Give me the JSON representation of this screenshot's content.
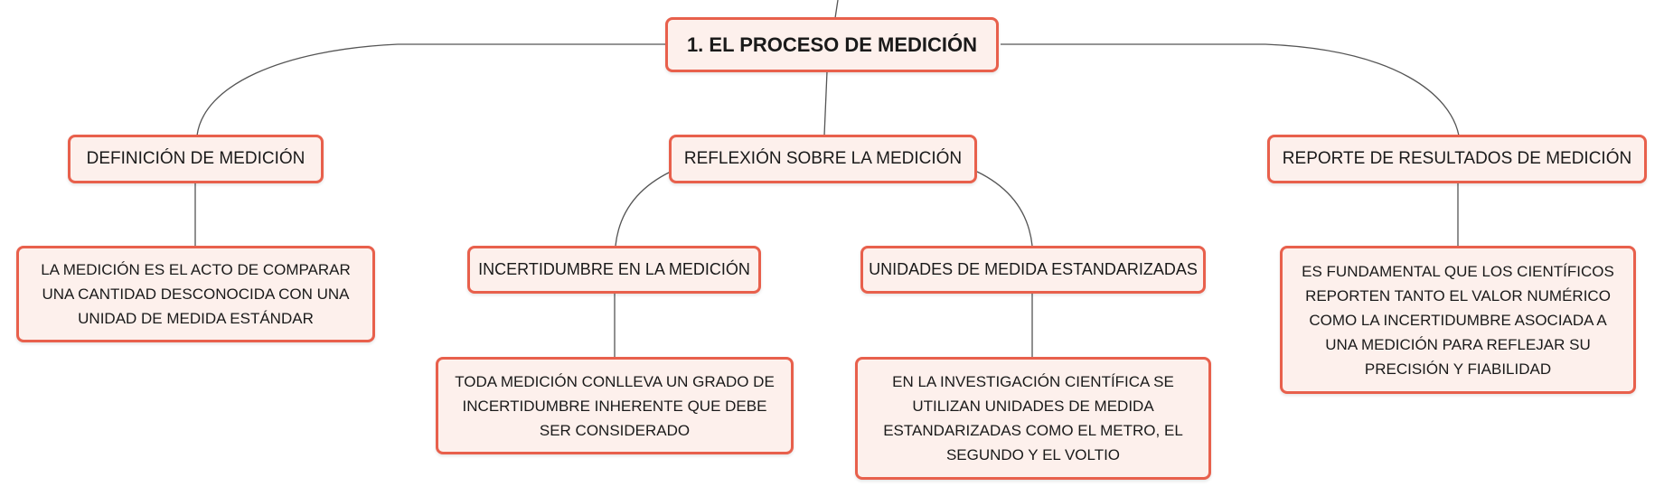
{
  "colors": {
    "node_border": "#e8604c",
    "node_fill": "#fdf0ec",
    "connector": "#555555"
  },
  "root": {
    "label": "1. EL PROCESO DE MEDICIÓN"
  },
  "branches": [
    {
      "label": "DEFINICIÓN DE MEDICIÓN",
      "detail": "LA MEDICIÓN ES EL ACTO DE COMPARAR UNA CANTIDAD DESCONOCIDA CON UNA UNIDAD DE MEDIDA ESTÁNDAR"
    },
    {
      "label": "REFLEXIÓN SOBRE LA MEDICIÓN",
      "children": [
        {
          "label": "INCERTIDUMBRE EN LA MEDICIÓN",
          "detail": "TODA MEDICIÓN CONLLEVA UN GRADO DE INCERTIDUMBRE INHERENTE QUE DEBE SER CONSIDERADO"
        },
        {
          "label": "UNIDADES DE MEDIDA ESTANDARIZADAS",
          "detail": "EN LA INVESTIGACIÓN CIENTÍFICA SE UTILIZAN UNIDADES DE MEDIDA ESTANDARIZADAS COMO EL METRO, EL SEGUNDO Y EL VOLTIO"
        }
      ]
    },
    {
      "label": "REPORTE DE RESULTADOS DE MEDICIÓN",
      "detail": "ES FUNDAMENTAL QUE LOS CIENTÍFICOS REPORTEN TANTO EL VALOR NUMÉRICO COMO LA INCERTIDUMBRE ASOCIADA A UNA MEDICIÓN PARA REFLEJAR SU PRECISIÓN Y FIABILIDAD"
    }
  ]
}
